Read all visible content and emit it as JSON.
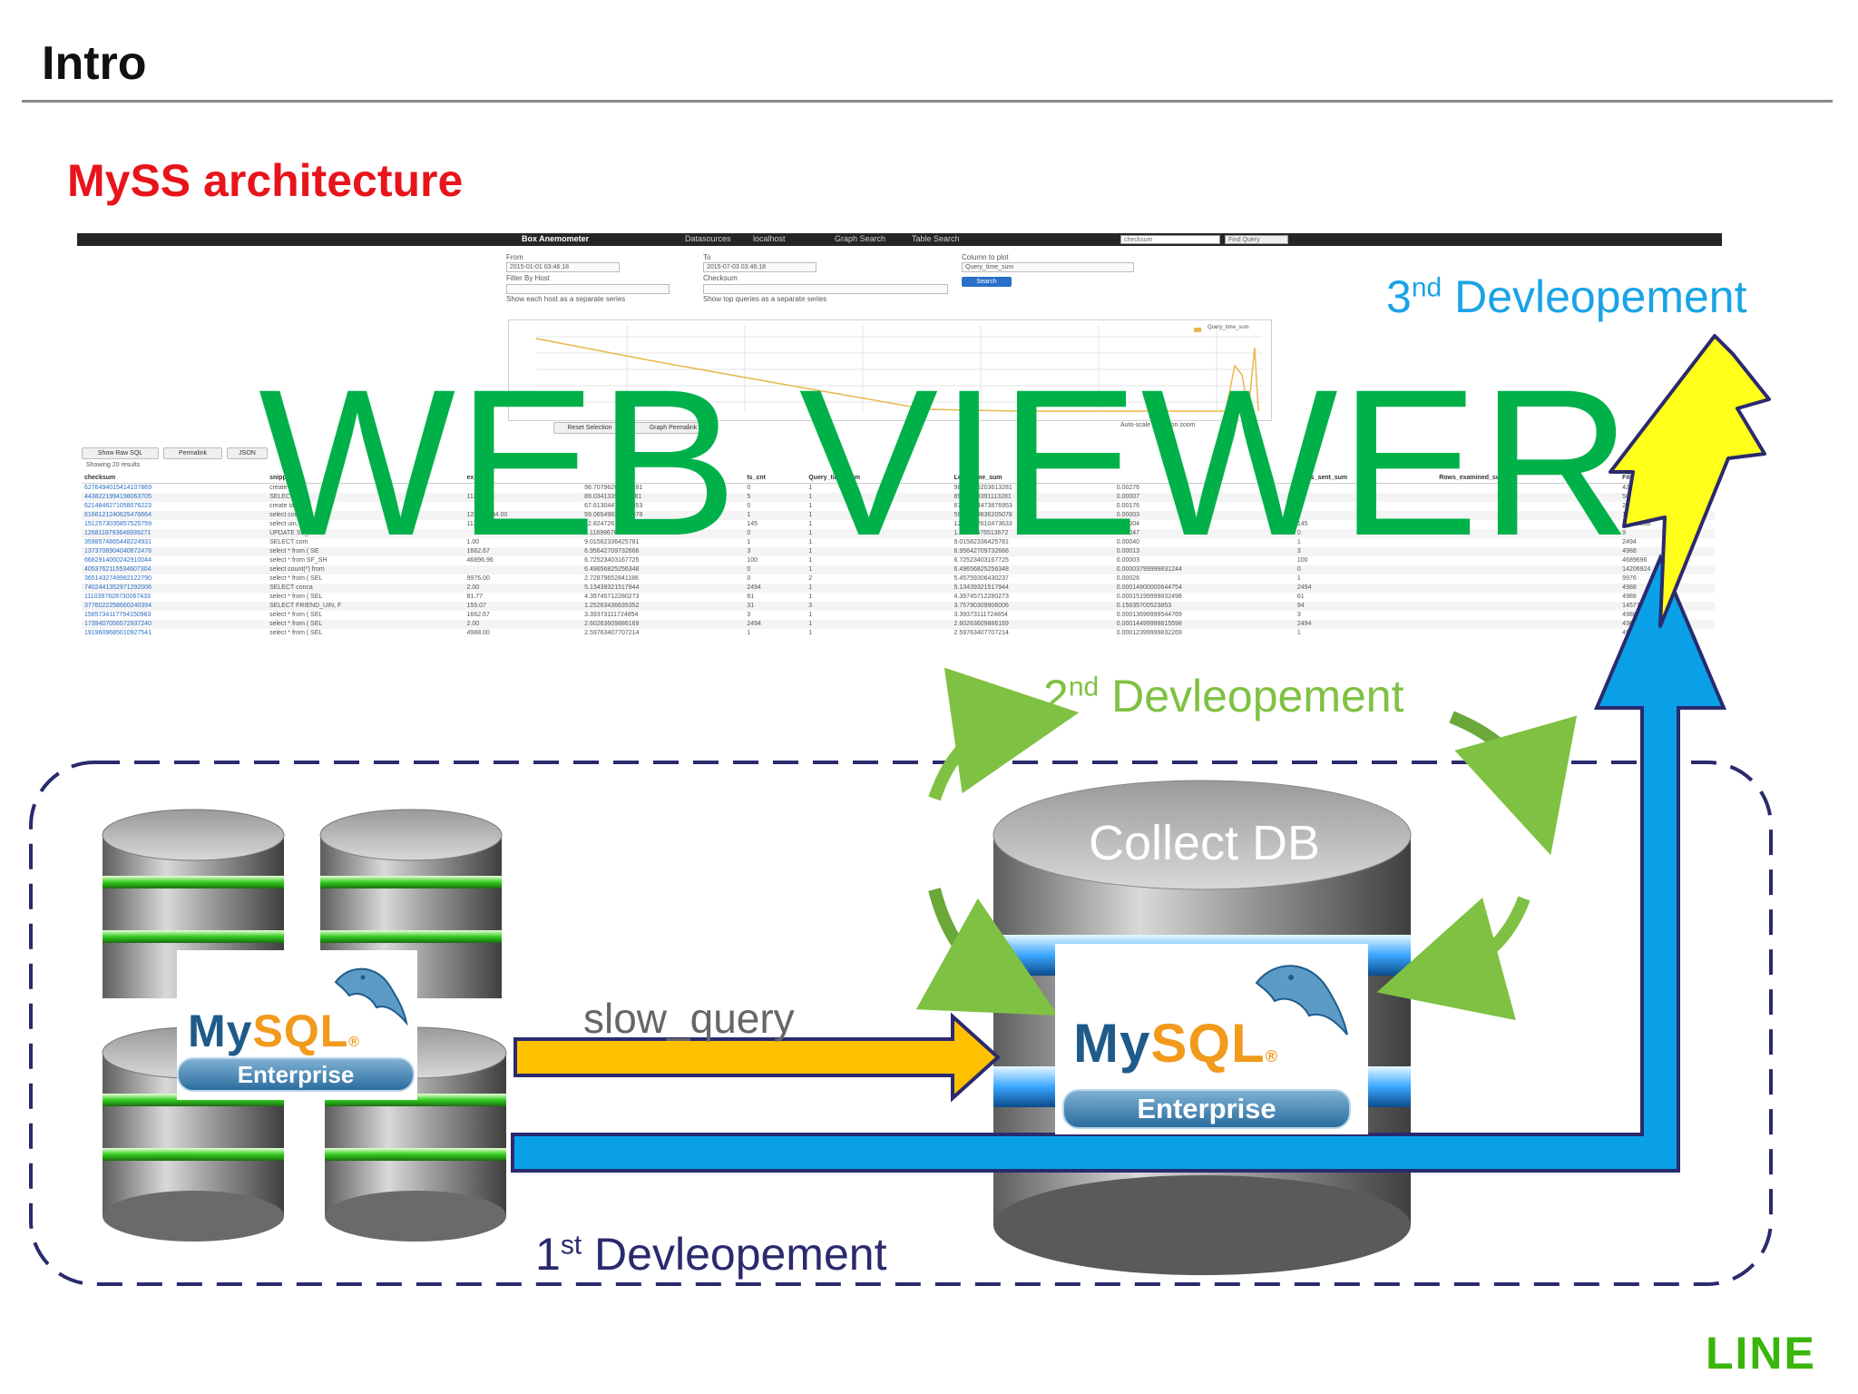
{
  "slide": {
    "title": "Intro",
    "subtitle": "MySS architecture"
  },
  "screenshot": {
    "app_name": "Box Anemometer",
    "nav": [
      "Datasources",
      "localhost",
      "Graph Search",
      "Table Search"
    ],
    "search_value": "checksum",
    "find_query_label": "Find Query",
    "from_label": "From",
    "from_value": "2015-01-01 03:46:18",
    "to_label": "To",
    "to_value": "2015-07-03 03:46:18",
    "column_label": "Column to plot",
    "column_value": "Query_time_sum",
    "search_button": "Search",
    "filter_label": "Filter By Host",
    "show_host_label": "Show each host as a separate series",
    "checksum_label": "Checksum",
    "show_top_label": "Show top queries as a separate series",
    "chart_legend": "Query_time_sum",
    "reset_label": "Reset Selection",
    "permalink_graph_label": "Graph Permalink",
    "autoscale_label": "Auto-scale Y-axis on zoom",
    "show_raw_label": "Show Raw SQL",
    "permalink_label": "Permalink",
    "json_label": "JSON",
    "showing": "Showing 20 results",
    "columns": [
      "checksum",
      "snippet",
      "ex_ratio",
      "",
      "ts_cnt",
      "Query_time_sum",
      "Lock_time_sum",
      "",
      "Rows_sent_sum",
      "Rows_examined_sum",
      "Filesort"
    ],
    "rows": [
      [
        "6276494015414107869",
        "create table",
        "",
        "98.70796203613281",
        "0",
        "1",
        "98.70796203613281",
        "0.00276",
        "0",
        "",
        "42272680"
      ],
      [
        "4438221994198063705",
        "SELECT ta",
        "113.20",
        "89.03413391113281",
        "5",
        "1",
        "89.03413391113281",
        "0.00007",
        "5",
        "",
        "5006"
      ],
      [
        "6214846271058076223",
        "create table",
        "",
        "67.61304473876953",
        "0",
        "1",
        "67.61304473876953",
        "0.00176",
        "0",
        "",
        "26297056"
      ],
      [
        "6166121240625476664",
        "select count",
        "128295584.00",
        "59.06549836205078",
        "1",
        "1",
        "59.06549836205078",
        "0.00003",
        "1",
        "",
        "128295584"
      ],
      [
        "1512573035857525759",
        "select uin, slot",
        "111657.71",
        "12.82472610473633",
        "145",
        "1",
        "12.82472610473633",
        "0.00004",
        "145",
        "",
        "16175868"
      ],
      [
        "1268118793646939271",
        "UPDATE SF_C",
        "",
        "1.11699676513672",
        "0",
        "1",
        "1.11699676513672",
        "0.00047",
        "0",
        "",
        "9"
      ],
      [
        "3598574865448224931",
        "SELECT com",
        "1.00",
        "9.01582336425781",
        "1",
        "1",
        "9.01582336425781",
        "0.00040",
        "1",
        "",
        "2494"
      ],
      [
        "1373706904040672476",
        "select * from ( SE",
        "1662.67",
        "6.95642709732666",
        "3",
        "1",
        "6.95642709732666",
        "0.00013",
        "3",
        "",
        "4988"
      ],
      [
        "6682914060242910044",
        "select * from SF_SH",
        "46896.96",
        "6.72523403167725",
        "100",
        "1",
        "6.72523403167725",
        "0.00003",
        "100",
        "",
        "4689696"
      ],
      [
        "4053762115534607304",
        "select count(*) from",
        "",
        "6.49656825256348",
        "0",
        "1",
        "6.49656825256348",
        "0.00003799999831244",
        "0",
        "",
        "14206924"
      ],
      [
        "3651432749982122790",
        "select * from ( SEL",
        "9976.00",
        "2.72879652841186",
        "0",
        "2",
        "5.45759306430237",
        "0.00026",
        "1",
        "",
        "9976"
      ],
      [
        "7402441352971292006",
        "SELECT conca",
        "2.00",
        "5.13439321517944",
        "2494",
        "1",
        "5.13439321517944",
        "0.00014800000644754",
        "2494",
        "",
        "4988"
      ],
      [
        "1110397828730067433",
        "select * from ( SEL",
        "81.77",
        "4.39745712280273",
        "61",
        "1",
        "4.39745712280273",
        "0.00015199999832498",
        "61",
        "",
        "4988"
      ],
      [
        "3776022258660240394",
        "SELECT FRIEND_UIN, F",
        "155.07",
        "1.25263436635352",
        "31",
        "3",
        "3.75790309906006",
        "0.15635700523853",
        "94",
        "",
        "14577"
      ],
      [
        "1585734117794150983",
        "select * from ( SEL",
        "1662.67",
        "3.39373111724854",
        "3",
        "1",
        "3.39373111724854",
        "0.00013699999544769",
        "3",
        "",
        "4988"
      ],
      [
        "1739407056572937240",
        "select * from ( SEL",
        "2.00",
        "2.60263609886169",
        "2494",
        "1",
        "2.60263609886169",
        "0.00014499999815598",
        "2494",
        "",
        "4988"
      ],
      [
        "1919609685010927541",
        "select * from ( SEL",
        "4988.00",
        "2.59763407707214",
        "1",
        "1",
        "2.59763407707214",
        "0.00012399999832269",
        "1",
        "",
        "4988"
      ]
    ]
  },
  "diagram": {
    "overlay_text": "WEB VIEWER",
    "dev3_ord": "3",
    "dev3_sup": "nd",
    "dev3_text": " Devleopement",
    "dev2_ord": "2",
    "dev2_sup": "nd",
    "dev2_text": " Devleopement",
    "dev1_ord": "1",
    "dev1_sup": "st",
    "dev1_text": " Devleopement",
    "flow_label": "slow_query",
    "collect_label": "Collect DB",
    "mysql_my": "My",
    "mysql_sql": "SQL",
    "mysql_reg": "®",
    "mysql_edition": "Enterprise"
  },
  "brand": {
    "logo": "LINE",
    "logo_color": "#3ab50b"
  },
  "colors": {
    "title_red": "#e8141b",
    "overlay_green": "#00b14a",
    "dev3_blue": "#1aa3e6",
    "dev2_green": "#7fc142",
    "dev1_navy": "#2a2a6e",
    "arrow_orange": "#ffc000",
    "lightning_yellow": "#ffff1a"
  }
}
